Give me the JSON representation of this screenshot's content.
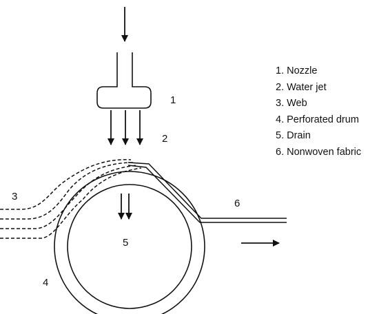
{
  "legend": [
    "1. Nozzle",
    "2. Water jet",
    "3. Web",
    "4. Perforated drum",
    "5. Drain",
    "6. Nonwoven fabric"
  ],
  "callouts": {
    "nozzle": "1",
    "water_jet": "2",
    "web": "3",
    "perforated_drum": "4",
    "drain": "5",
    "nonwoven_fabric": "6"
  }
}
